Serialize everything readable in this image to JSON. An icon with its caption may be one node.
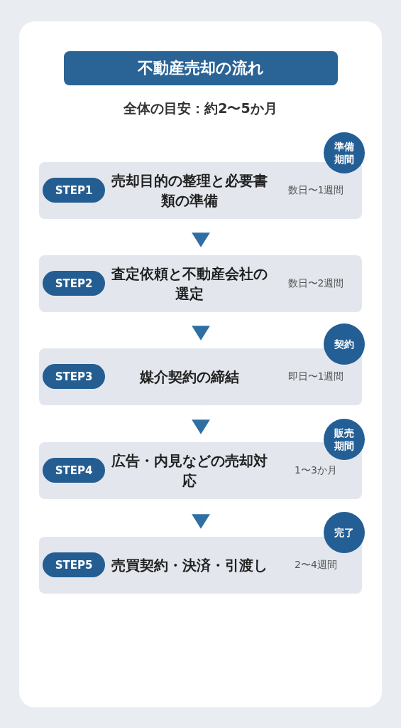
{
  "diagram": {
    "title": "不動産売却の流れ",
    "nodes": [
      {
        "text": [
          "準備期間"
        ]
      },
      {
        "text": [
          "STEP1",
          "売却目的の整理と必要書類の準備",
          "数日〜1週間"
        ]
      },
      {
        "text": [
          "STEP2",
          "査定依頼と不動産会社の選定",
          "数日〜2週間"
        ]
      },
      {
        "text": [
          "契約"
        ]
      },
      {
        "text": [
          "STEP3",
          "媒介契約の締結",
          "即日〜1週間"
        ]
      },
      {
        "text": [
          "販売期間"
        ]
      },
      {
        "text": [
          "STEP4",
          "広告・内見などの売却対応",
          "1〜3か月"
        ]
      },
      {
        "text": [
          "完了"
        ]
      },
      {
        "text": [
          "STEP5",
          "売買契約・決済・引渡し",
          "2〜4週間"
        ]
      }
    ],
    "edges": [
      {
        "from": 1,
        "to": 2,
        "arrow": "to"
      },
      {
        "from": 2,
        "to": 4,
        "arrow": "to"
      },
      {
        "from": 4,
        "to": 6,
        "arrow": "to"
      },
      {
        "from": 6,
        "to": 8,
        "arrow": "to"
      }
    ],
    "labels": [
      "全体の目安：約2〜5か月"
    ]
  }
}
